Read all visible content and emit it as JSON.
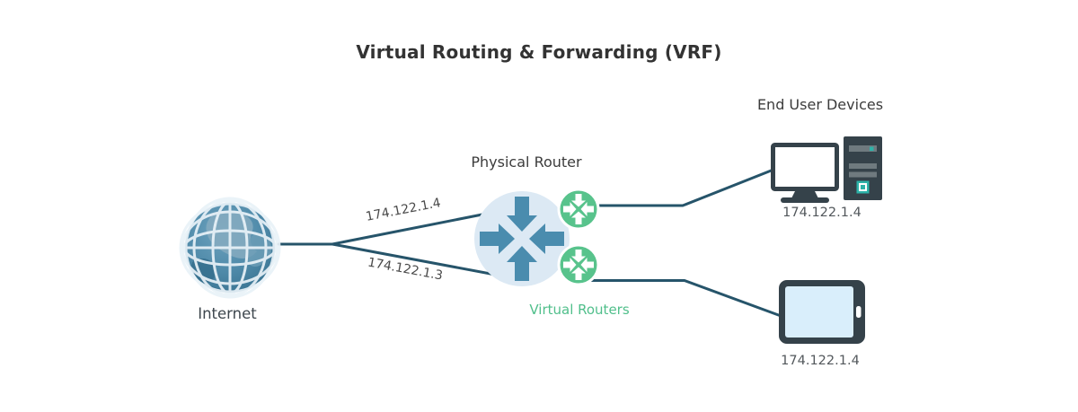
{
  "title": "Virtual Routing & Forwarding (VRF)",
  "nodes": {
    "internet": {
      "label": "Internet",
      "icon": "globe-icon"
    },
    "physical_router": {
      "label": "Physical Router",
      "icon": "physical-router-icon"
    },
    "virtual_routers": {
      "label": "Virtual Routers",
      "icon": "virtual-router-icon",
      "count": 2
    },
    "end_user_devices": {
      "label": "End User Devices",
      "icons": [
        "desktop-computer-icon",
        "tablet-icon"
      ]
    }
  },
  "links": {
    "upper_ip": "174.122.1.4",
    "lower_ip": "174.122.1.3"
  },
  "devices": {
    "desktop_ip": "174.122.1.4",
    "tablet_ip": "174.122.1.4"
  },
  "colors": {
    "line": "#26546a",
    "steel_blue": "#4a8cae",
    "router_bg": "#dce9f4",
    "green": "#58c38c",
    "green_label": "#50bf8b",
    "device_dark": "#35424a",
    "screen_blue": "#d9eefb",
    "teal_accent": "#2db3a9",
    "text_dark": "#333333",
    "text_gray": "#53585c",
    "globe_blue": "#4f8aa9"
  }
}
